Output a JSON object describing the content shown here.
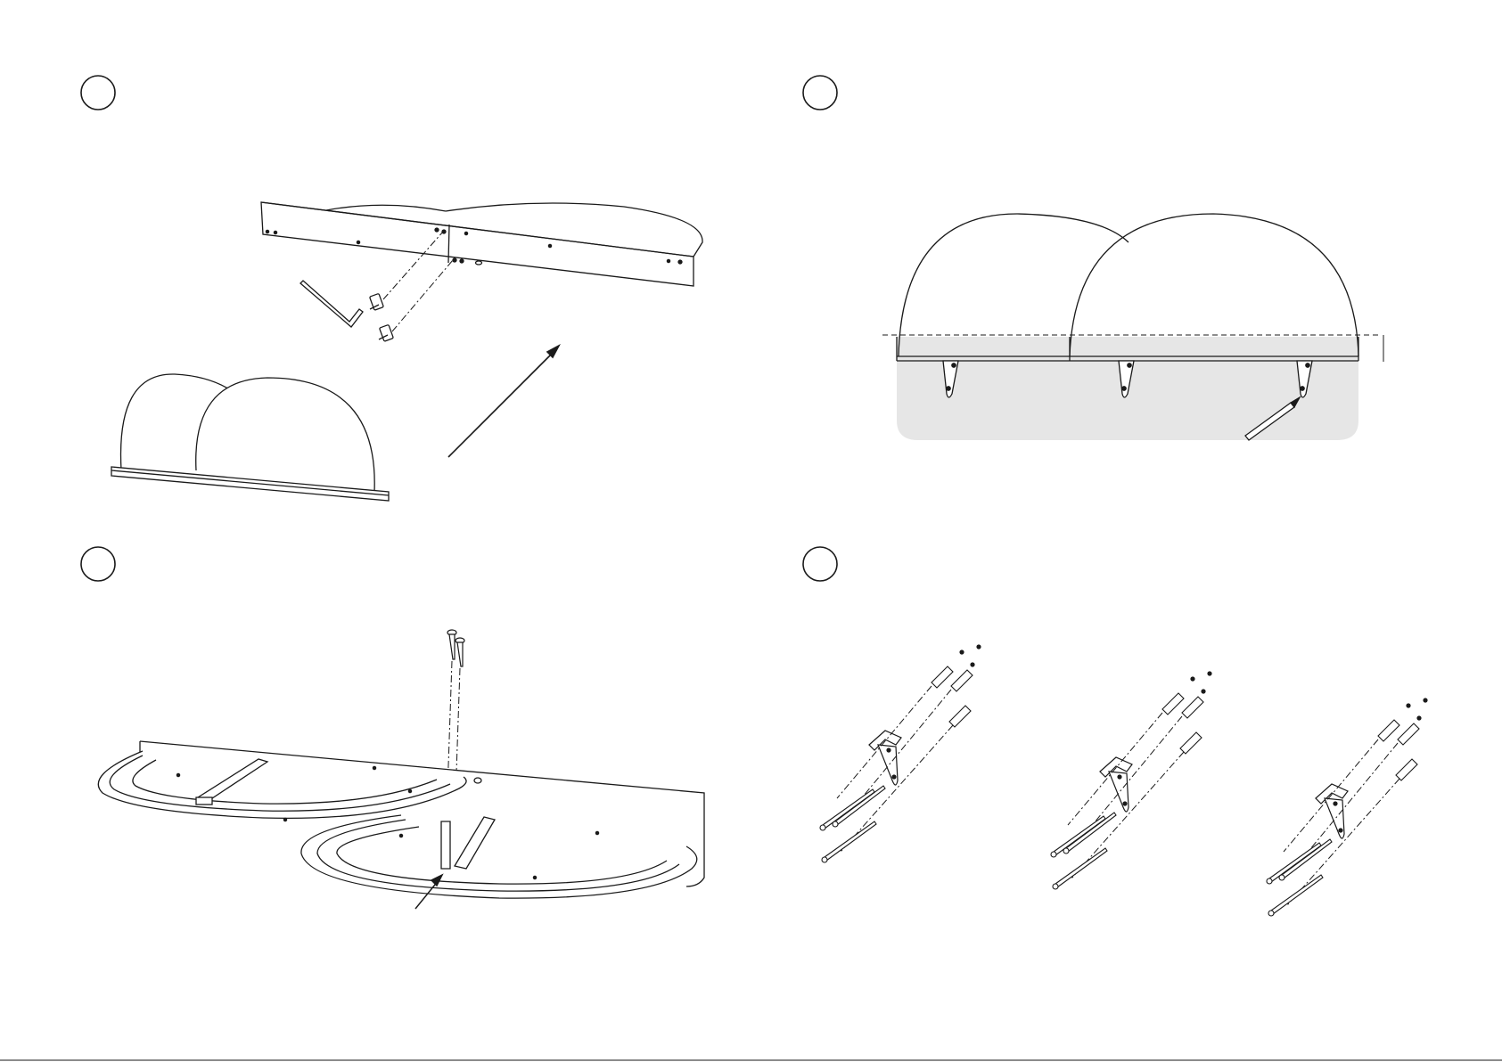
{
  "document": {
    "type": "assembly-instructions",
    "panel_count": 4,
    "step_numbers": [
      "",
      "",
      "",
      ""
    ],
    "footer_mark": "",
    "colors": {
      "line": "#1a1a1a",
      "wall_shade": "#e6e6e6",
      "background": "#ffffff"
    },
    "icons": {
      "step_1": [
        "shelf-assembly",
        "hex-key-icon",
        "bolt-icon",
        "direction-arrow-icon"
      ],
      "step_2": [
        "wall-shelf",
        "bracket-icon",
        "pencil-icon",
        "level-line"
      ],
      "step_3": [
        "shelf-underside",
        "screw-icon",
        "pointer-arrow-icon"
      ],
      "step_4": [
        "bracket-icon",
        "wall-plug-icon",
        "long-screw-icon"
      ]
    }
  }
}
